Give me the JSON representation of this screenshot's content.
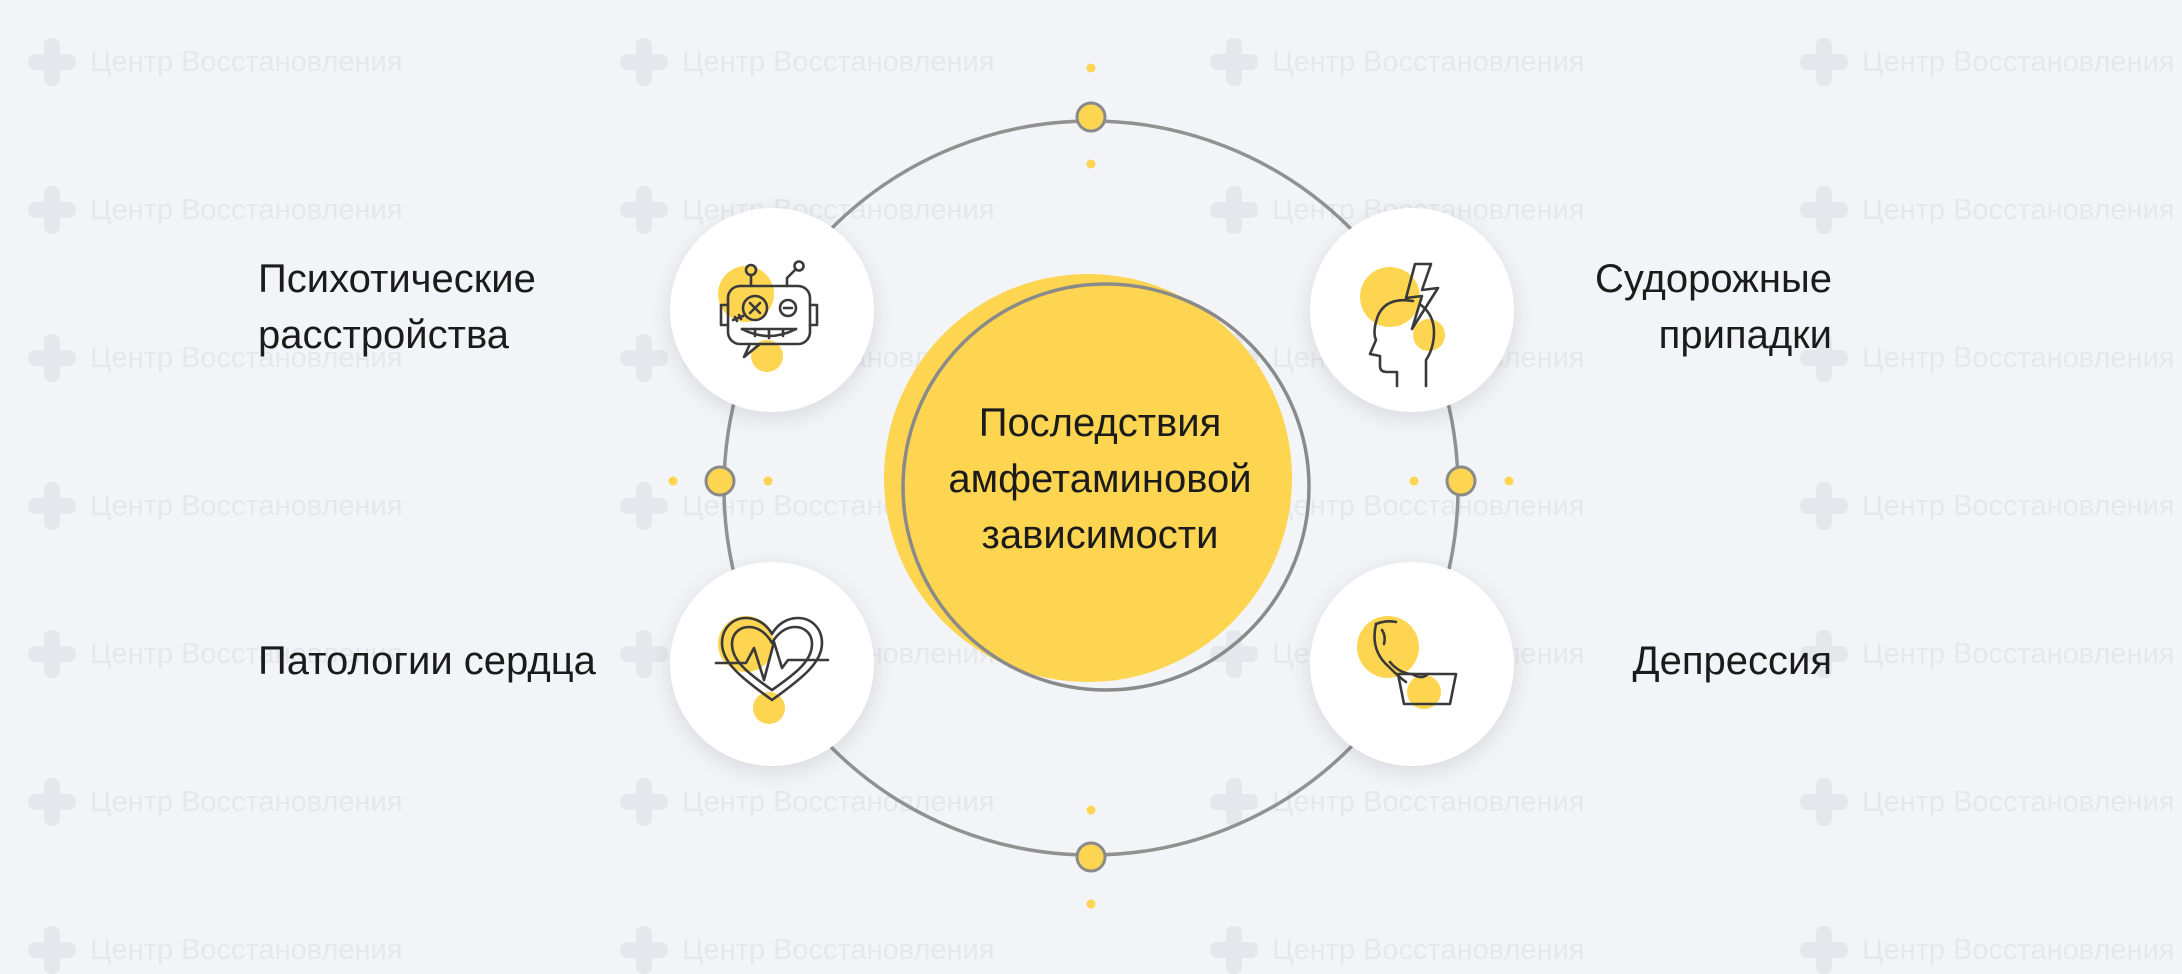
{
  "watermark": {
    "text": "Центр Восстановления"
  },
  "colors": {
    "background": "#f3f4f7",
    "accent_yellow": "#fdd550",
    "ring_gray": "#919191",
    "text": "#1b1b1b",
    "node_fill": "#ffffff"
  },
  "center": {
    "lines": [
      "Последствия",
      "амфетаминовой",
      "зависимости"
    ]
  },
  "consequences": [
    {
      "lines": [
        "Психотические",
        "расстройства"
      ],
      "icon": "crazy-robot-icon"
    },
    {
      "lines": [
        "Судорожные",
        "припадки"
      ],
      "icon": "head-lightning-icon"
    },
    {
      "lines": [
        "Патологии сердца"
      ],
      "icon": "heart-pulse-icon"
    },
    {
      "lines": [
        "Депрессия"
      ],
      "icon": "sad-tissue-icon"
    }
  ]
}
